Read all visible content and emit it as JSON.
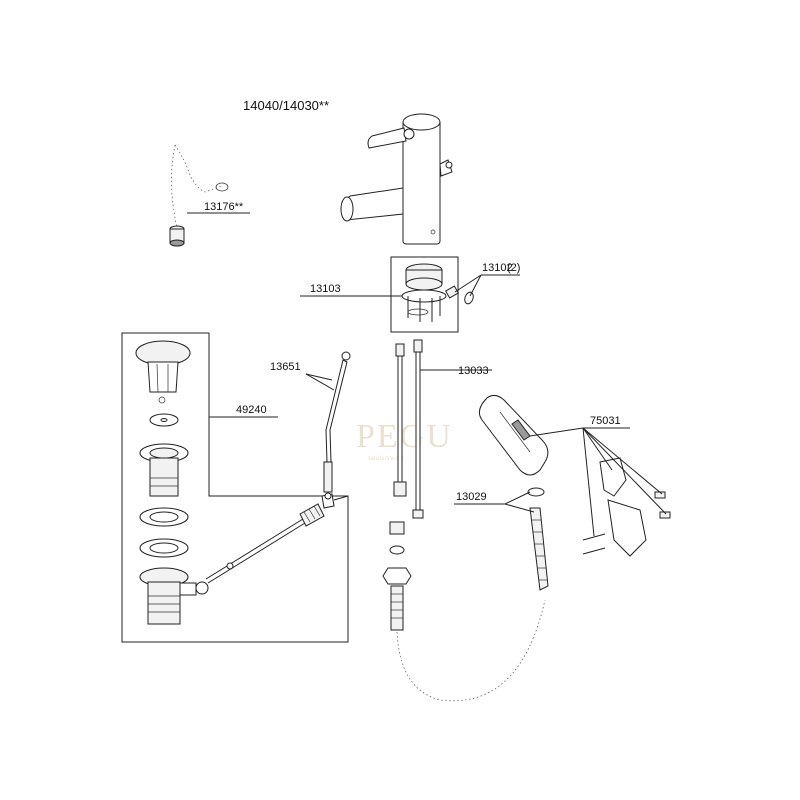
{
  "title": "14040/14030**",
  "labels": {
    "chain": "13176**",
    "cartridge": "13103",
    "screw": "13102",
    "rod": "13651",
    "drain": "49240",
    "hoses": "13033",
    "handset_holder": "75031",
    "hose": "13029",
    "qty_suffix": "(2)"
  },
  "watermark": {
    "text": "PEGU",
    "subtext": "sanitaryware"
  }
}
